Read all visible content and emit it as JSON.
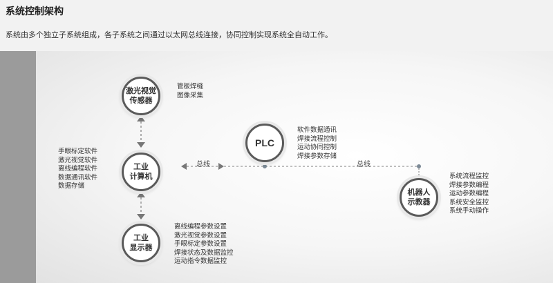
{
  "header": {
    "title": "系统控制架构",
    "description": "系统由多个独立子系统组成，各子系统之间通过以太网总线连接，协同控制实现系统全自动工作。"
  },
  "diagram": {
    "nodes": {
      "sensor": "激光视觉\n传感器",
      "computer": "工业\n计算机",
      "display": "工业\n显示器",
      "plc": "PLC",
      "pendant": "机器人\n示教器"
    },
    "lists": {
      "sensor": [
        "管板焊缝",
        "图像采集"
      ],
      "computer": [
        "手眼标定软件",
        "激光视觉软件",
        "离线编程软件",
        "数据通讯软件",
        "数据存储"
      ],
      "display": [
        "离线编程参数设置",
        "激光视觉参数设置",
        "手眼标定参数设置",
        "焊接状态及数据监控",
        "运动指令数据监控"
      ],
      "plc": [
        "软件数据通讯",
        "焊接流程控制",
        "运动协同控制",
        "焊接参数存储"
      ],
      "pendant": [
        "系统流程监控",
        "焊接参数编程",
        "运动参数编程",
        "系统安全监控",
        "系统手动操作"
      ]
    },
    "bus_labels": [
      "总线",
      "总线"
    ]
  }
}
